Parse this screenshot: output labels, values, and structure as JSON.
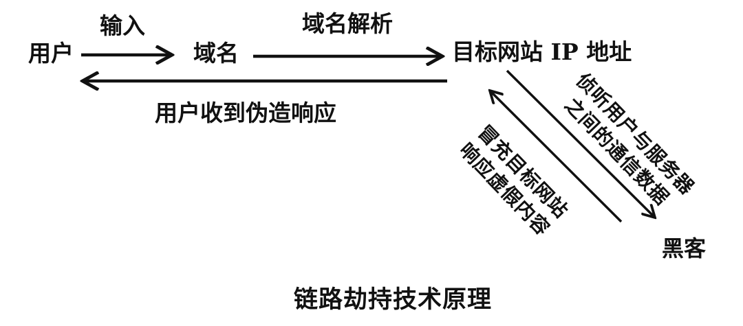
{
  "diagram": {
    "title": "链路劫持技术原理",
    "nodes": {
      "user": "用户",
      "domain": "域名",
      "target_ip": "目标网站 IP 地址",
      "hacker": "黑客"
    },
    "labels": {
      "input": "输入",
      "dns_resolve": "域名解析",
      "forged_response": "用户收到伪造响应",
      "listen_line1": "侦听用户与服务器",
      "listen_line2": "之间的通信数据",
      "impersonate_line1": "冒充目标网站",
      "impersonate_line2": "响应虚假内容"
    },
    "colors": {
      "ink": "#111111",
      "background": "#ffffff"
    }
  }
}
